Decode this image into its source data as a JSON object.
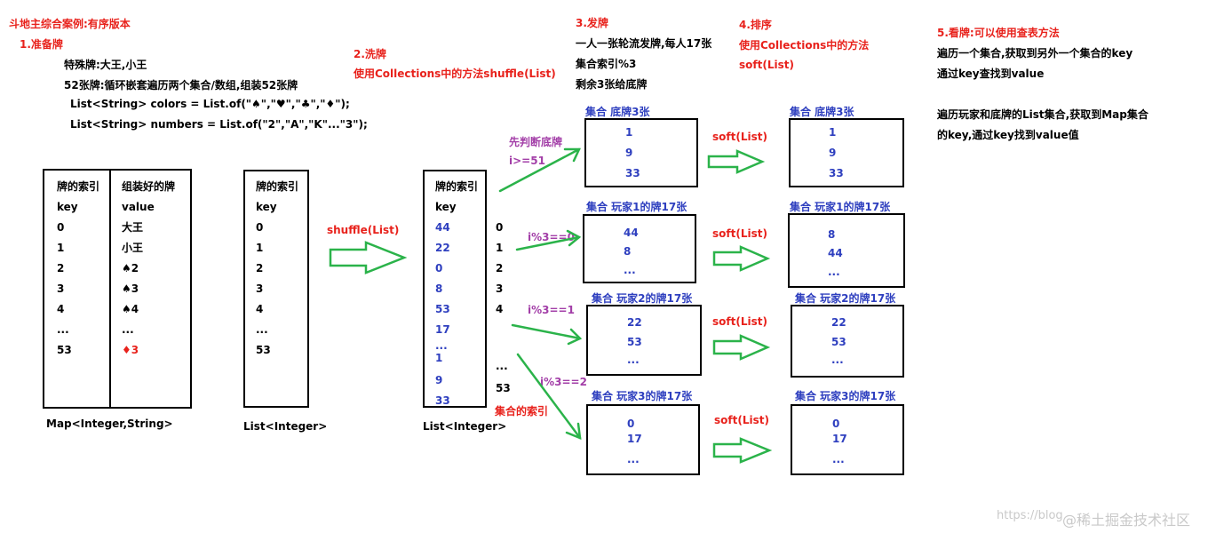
{
  "title": "斗地主综合案例:有序版本",
  "step1": {
    "title": "1.准备牌",
    "lines": [
      "特殊牌:大王,小王",
      "52张牌:循环嵌套遍历两个集合/数组,组装52张牌",
      "List<String> colors = List.of(\"♠\",\"♥\",\"♣\",\"♦\");",
      "List<String> numbers = List.of(\"2\",\"A\",\"K\"...\"3\");"
    ]
  },
  "step2": {
    "title": "2.洗牌",
    "desc": "使用Collections中的方法shuffle(List)"
  },
  "step3": {
    "title": "3.发牌",
    "lines": [
      "一人一张轮流发牌,每人17张",
      "集合索引%3",
      "剩余3张给底牌"
    ]
  },
  "step4": {
    "title": "4.排序",
    "lines": [
      "使用Collections中的方法",
      "soft(List)"
    ]
  },
  "step5": {
    "title": "5.看牌:可以使用查表方法",
    "lines": [
      "遍历一个集合,获取到另外一个集合的key",
      "通过key查找到value",
      "",
      "遍历玩家和底牌的List集合,获取到Map集合",
      "的key,通过key找到value值"
    ]
  },
  "map_table": {
    "caption": "Map<Integer,String>",
    "key_header": [
      "牌的索引",
      "key"
    ],
    "value_header": [
      "组装好的牌",
      "value"
    ],
    "keys": [
      "0",
      "1",
      "2",
      "3",
      "4",
      "...",
      "53"
    ],
    "values": [
      "大王",
      "小王",
      "♠2",
      "♠3",
      "♠4",
      "...",
      "♦3"
    ]
  },
  "list_table": {
    "caption": "List<Integer>",
    "header": [
      "牌的索引",
      "key"
    ],
    "items": [
      "0",
      "1",
      "2",
      "3",
      "4",
      "...",
      "53"
    ]
  },
  "shuffle_label": "shuffle(List)",
  "shuffled_table": {
    "caption": "List<Integer>",
    "header": [
      "牌的索引",
      "key"
    ],
    "items": [
      "44",
      "22",
      "0",
      "8",
      "53",
      "17",
      "...",
      "1",
      "9",
      "33"
    ],
    "index_labels": [
      "0",
      "1",
      "2",
      "3",
      "4",
      "...",
      "53"
    ],
    "index_caption": "集合的索引"
  },
  "deal_conditions": [
    "先判断底牌",
    "i>=51",
    "i%3==0",
    "i%3==1",
    "i%3==2"
  ],
  "sort_label": "soft(List)",
  "groups_before": [
    {
      "title": "集合  底牌3张",
      "items": [
        "1",
        "9",
        "33"
      ]
    },
    {
      "title": "集合 玩家1的牌17张",
      "items": [
        "44",
        "8",
        "..."
      ]
    },
    {
      "title": "集合 玩家2的牌17张",
      "items": [
        "22",
        "53",
        "..."
      ]
    },
    {
      "title": "集合 玩家3的牌17张",
      "items": [
        "0",
        "17",
        "..."
      ]
    }
  ],
  "groups_after": [
    {
      "title": "集合  底牌3张",
      "items": [
        "1",
        "9",
        "33"
      ]
    },
    {
      "title": "集合 玩家1的牌17张",
      "items": [
        "8",
        "44",
        "..."
      ]
    },
    {
      "title": "集合 玩家2的牌17张",
      "items": [
        "22",
        "53",
        "..."
      ]
    },
    {
      "title": "集合 玩家3的牌17张",
      "items": [
        "0",
        "17",
        "..."
      ]
    }
  ],
  "watermark": [
    "https://blog",
    "@稀土掘金技术社区"
  ],
  "colors": {
    "red": "#e8221c",
    "blue": "#2e3fbf",
    "purple": "#a33fa8",
    "arrow_green": "#2bb34a"
  }
}
